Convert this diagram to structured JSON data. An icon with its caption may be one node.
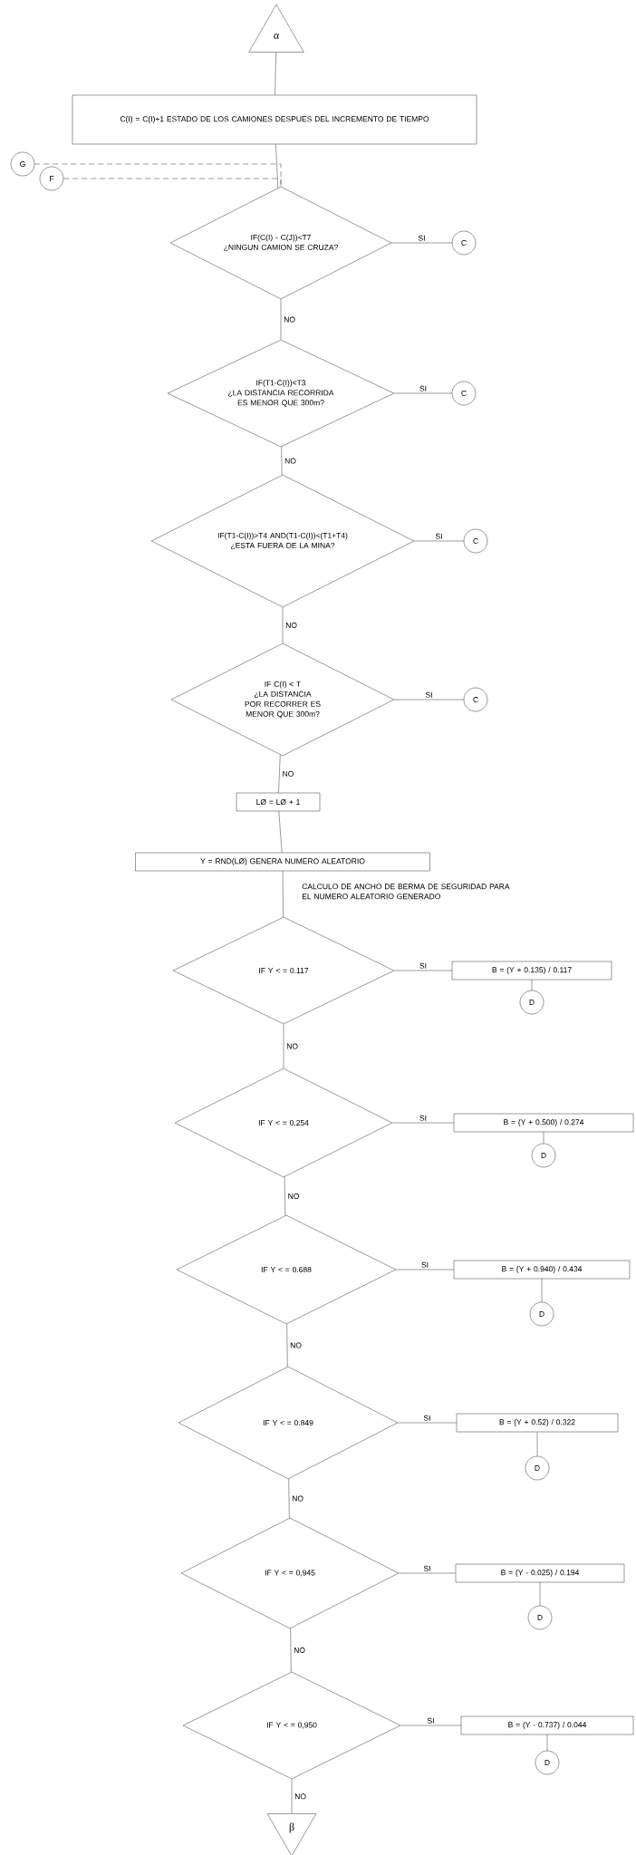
{
  "diagram": {
    "nodes": [
      {
        "text": [
          "α"
        ]
      },
      {
        "text": [
          "C(I) = C(I)+1 ESTADO DE LOS CAMIONES DESPUES DEL INCREMENTO DE TIEMPO"
        ]
      },
      {
        "text": [
          "G"
        ]
      },
      {
        "text": [
          "F"
        ]
      },
      {
        "text": [
          "IF(C(I) - C(J))<T7",
          "¿NINGUN CAMION SE CRUZA?"
        ]
      },
      {
        "text": [
          "C"
        ]
      },
      {
        "text": [
          "IF(T1-C(I))<T3",
          "¿LA DISTANCIA RECORRIDA ES MENOR QUE 300m?"
        ]
      },
      {
        "text": [
          "C"
        ]
      },
      {
        "text": [
          "IF(T1-C(I))>T4 AND(T1-C(I))<(T1+T4)",
          "¿ESTA FUERA DE LA MINA?"
        ]
      },
      {
        "text": [
          "C"
        ]
      },
      {
        "text": [
          "IF C(I) < T",
          "¿LA DISTANCIA POR RECORRER ES MENOR QUE 300m?"
        ]
      },
      {
        "text": [
          "C"
        ]
      },
      {
        "text": [
          "LØ = LØ + 1"
        ]
      },
      {
        "text": [
          "Y = RND(LØ) GENERA NUMERO ALEATORIO"
        ]
      },
      {
        "text": [
          "IF Y < = 0.117"
        ]
      },
      {
        "text": [
          "B = (Y + 0.135) / 0.117"
        ]
      },
      {
        "text": [
          "D"
        ]
      },
      {
        "text": [
          "IF Y < = 0.254"
        ]
      },
      {
        "text": [
          "B = (Y + 0.500) / 0.274"
        ]
      },
      {
        "text": [
          "D"
        ]
      },
      {
        "text": [
          "IF Y < = 0.688"
        ]
      },
      {
        "text": [
          "B = (Y + 0.940) / 0.434"
        ]
      },
      {
        "text": [
          "D"
        ]
      },
      {
        "text": [
          "IF Y < = 0.849"
        ]
      },
      {
        "text": [
          "B = (Y + 0.52) / 0.322"
        ]
      },
      {
        "text": [
          "D"
        ]
      },
      {
        "text": [
          "IF Y < = 0,945"
        ]
      },
      {
        "text": [
          "B = (Y - 0.025) / 0.194"
        ]
      },
      {
        "text": [
          "D"
        ]
      },
      {
        "text": [
          "IF Y < = 0,950"
        ]
      },
      {
        "text": [
          "B = (Y - 0.737) / 0.044"
        ]
      },
      {
        "text": [
          "D"
        ]
      },
      {
        "text": [
          "β"
        ]
      }
    ],
    "edges": [
      {
        "from": 0,
        "to": 1,
        "arrow": "none"
      },
      {
        "from": 1,
        "to": 4,
        "arrow": "none"
      },
      {
        "from": 2,
        "to": 4,
        "arrow": "none",
        "style": "dashed"
      },
      {
        "from": 3,
        "to": 4,
        "arrow": "none",
        "style": "dashed"
      },
      {
        "from": 4,
        "to": 5,
        "arrow": "none",
        "label": "SI"
      },
      {
        "from": 4,
        "to": 6,
        "arrow": "none",
        "label": "NO"
      },
      {
        "from": 6,
        "to": 7,
        "arrow": "none",
        "label": "SI"
      },
      {
        "from": 6,
        "to": 8,
        "arrow": "none",
        "label": "NO"
      },
      {
        "from": 8,
        "to": 9,
        "arrow": "none",
        "label": "SI"
      },
      {
        "from": 8,
        "to": 10,
        "arrow": "none",
        "label": "NO"
      },
      {
        "from": 10,
        "to": 11,
        "arrow": "none",
        "label": "SI"
      },
      {
        "from": 10,
        "to": 12,
        "arrow": "none",
        "label": "NO"
      },
      {
        "from": 12,
        "to": 13,
        "arrow": "none"
      },
      {
        "from": 13,
        "to": 14,
        "arrow": "none"
      },
      {
        "from": 14,
        "to": 15,
        "arrow": "none",
        "label": "SI"
      },
      {
        "from": 15,
        "to": 16,
        "arrow": "none"
      },
      {
        "from": 14,
        "to": 17,
        "arrow": "none",
        "label": "NO"
      },
      {
        "from": 17,
        "to": 18,
        "arrow": "none",
        "label": "SI"
      },
      {
        "from": 18,
        "to": 19,
        "arrow": "none"
      },
      {
        "from": 17,
        "to": 20,
        "arrow": "none",
        "label": "NO"
      },
      {
        "from": 20,
        "to": 21,
        "arrow": "none",
        "label": "SI"
      },
      {
        "from": 21,
        "to": 22,
        "arrow": "none"
      },
      {
        "from": 20,
        "to": 23,
        "arrow": "none",
        "label": "NO"
      },
      {
        "from": 23,
        "to": 24,
        "arrow": "none",
        "label": "SI"
      },
      {
        "from": 24,
        "to": 25,
        "arrow": "none"
      },
      {
        "from": 23,
        "to": 26,
        "arrow": "none",
        "label": "NO"
      },
      {
        "from": 26,
        "to": 27,
        "arrow": "none",
        "label": "SI"
      },
      {
        "from": 27,
        "to": 28,
        "arrow": "none"
      },
      {
        "from": 26,
        "to": 29,
        "arrow": "none",
        "label": "NO"
      },
      {
        "from": 29,
        "to": 30,
        "arrow": "none",
        "label": "SI"
      },
      {
        "from": 30,
        "to": 31,
        "arrow": "none"
      },
      {
        "from": 29,
        "to": 32,
        "arrow": "none",
        "label": "NO"
      }
    ],
    "labels": [
      "CALCULO DE ANCHO DE BERMA DE SEGURIDAD PARA EL NUMERO ALEATORIO GENERADO"
    ]
  }
}
